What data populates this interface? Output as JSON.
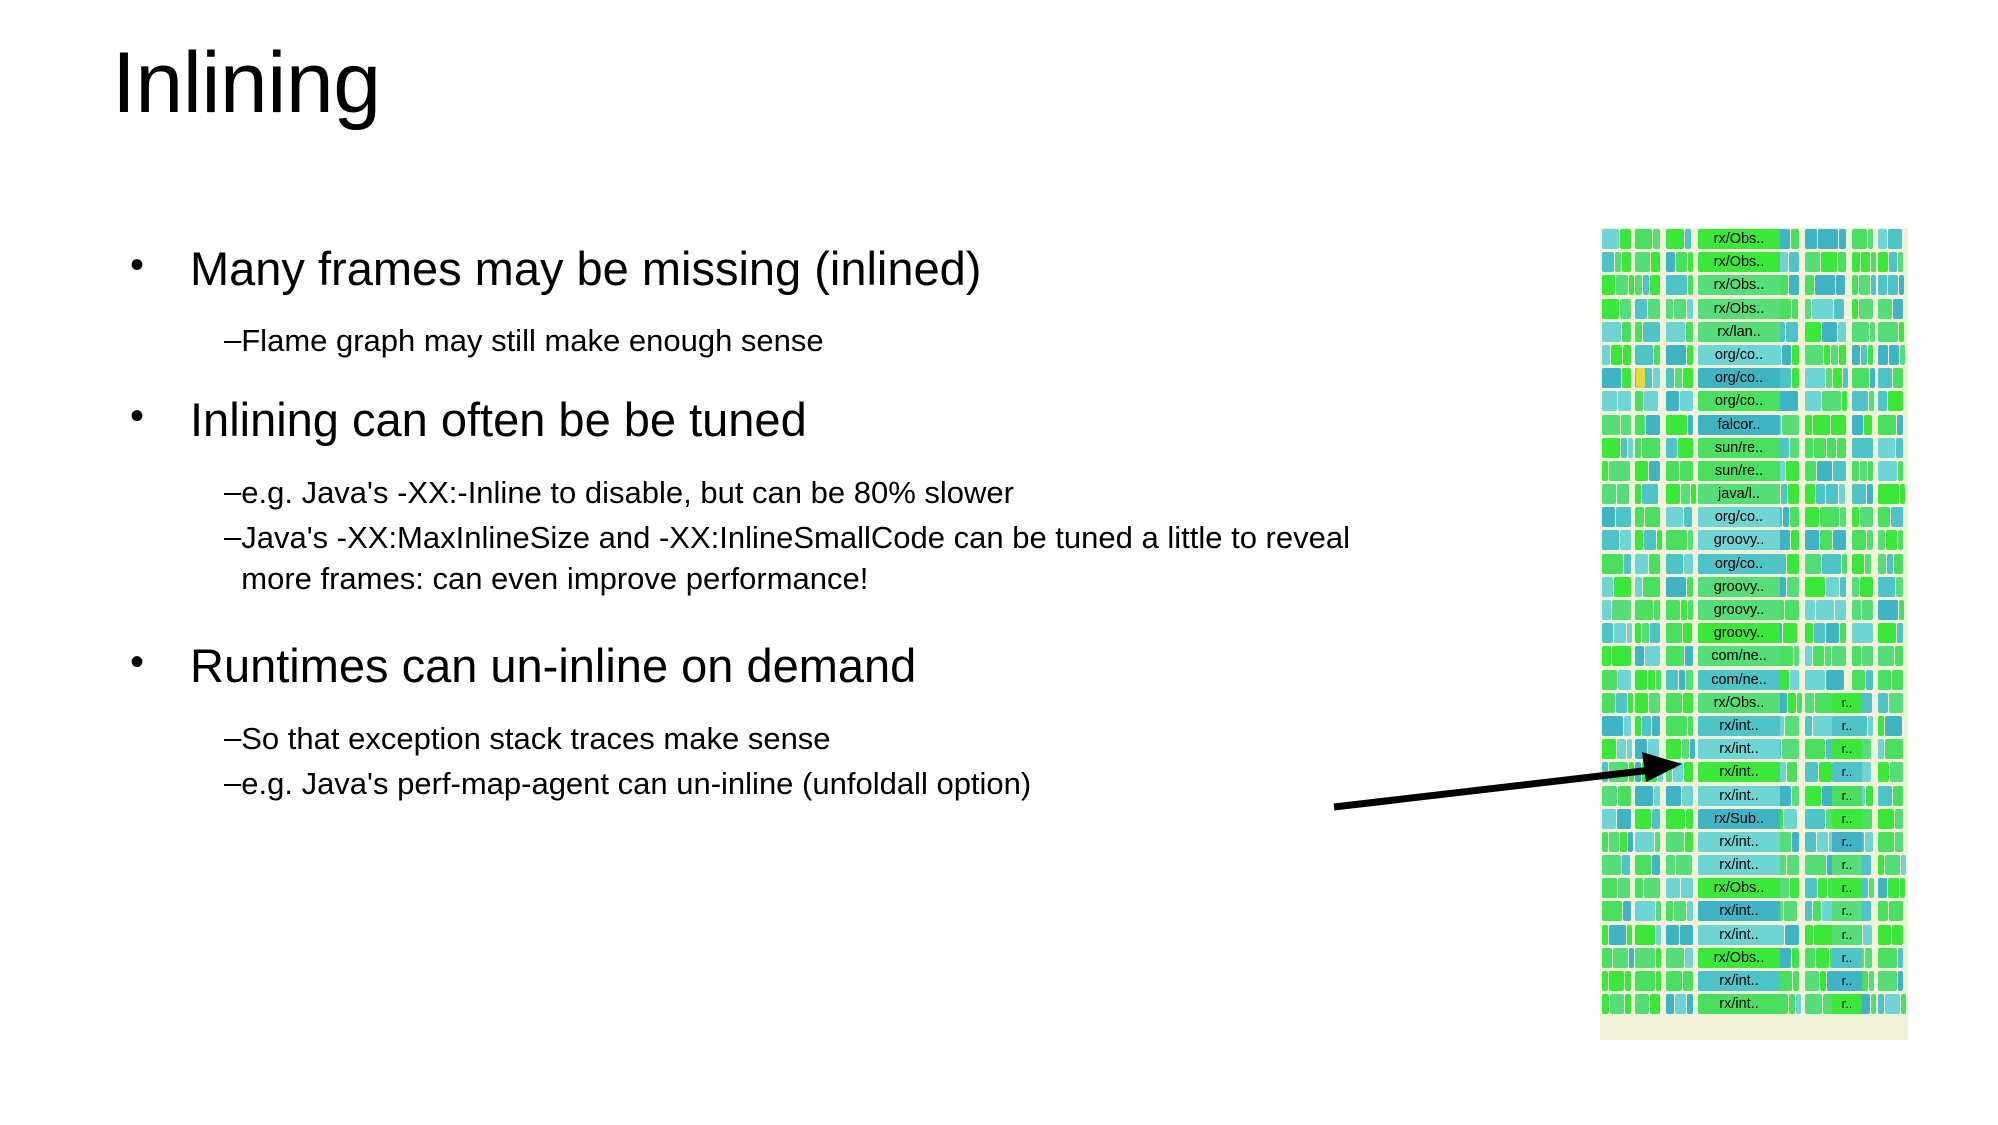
{
  "slide": {
    "title": "Inlining",
    "background_color": "#ffffff",
    "text_color": "#000000",
    "bullets": [
      {
        "level": 1,
        "marker": "•",
        "text": "Many frames may be missing (inlined)",
        "children": [
          {
            "level": 2,
            "marker": "–",
            "text": "Flame graph may still make enough sense"
          }
        ]
      },
      {
        "level": 1,
        "marker": "•",
        "text": "Inlining can often be be tuned",
        "children": [
          {
            "level": 2,
            "marker": "–",
            "text": "e.g. Java's -XX:-Inline to disable, but can be 80% slower"
          },
          {
            "level": 2,
            "marker": "–",
            "text": "Java's -XX:MaxInlineSize and -XX:InlineSmallCode can be tuned a little to reveal more frames: can even improve performance!"
          }
        ]
      },
      {
        "level": 1,
        "marker": "•",
        "text": "Runtimes can un-inline on demand",
        "children": [
          {
            "level": 2,
            "marker": "–",
            "text": "So that exception stack traces make sense"
          },
          {
            "level": 2,
            "marker": "–",
            "text": "e.g. Java's perf-map-agent can un-inline (unfoldall option)"
          }
        ]
      }
    ]
  },
  "flamegraph": {
    "name": "flame-graph-screenshot",
    "background_color": "#f2f2d8",
    "palette": {
      "green_bright": "#3ae83a",
      "green": "#49e060",
      "green_mid": "#55dd77",
      "teal": "#4ec3c8",
      "teal_dark": "#3fb4c4",
      "teal_light": "#6fd4d4",
      "yellow": "#e8d93a",
      "cream": "#f2f2d8"
    },
    "center_column_labels": [
      "rx/Obs..",
      "rx/Obs..",
      "rx/Obs..",
      "rx/Obs..",
      "rx/lan..",
      "org/co..",
      "org/co..",
      "org/co..",
      "falcor..",
      "sun/re..",
      "sun/re..",
      "java/l..",
      "org/co..",
      "groovy..",
      "org/co..",
      "groovy..",
      "groovy..",
      "groovy..",
      "com/ne..",
      "com/ne..",
      "rx/Obs..",
      "rx/int..",
      "rx/int..",
      "rx/int..",
      "rx/int..",
      "rx/Sub..",
      "rx/int..",
      "rx/int..",
      "rx/Obs..",
      "rx/int..",
      "rx/int..",
      "rx/Obs..",
      "rx/int..",
      "rx/int.."
    ],
    "right_column_labels": [
      "",
      "",
      "",
      "",
      "",
      "",
      "",
      "",
      "",
      "",
      "",
      "",
      "",
      "",
      "",
      "",
      "",
      "",
      "",
      "",
      "r..",
      "r..",
      "r..",
      "r..",
      "r..",
      "r..",
      "r..",
      "r..",
      "r..",
      "r..",
      "r..",
      "r..",
      "r..",
      "r.."
    ]
  },
  "annotation": {
    "arrow_name": "pointer-arrow",
    "arrow_color": "#000000",
    "points_to_row_label": "rx/int.."
  }
}
